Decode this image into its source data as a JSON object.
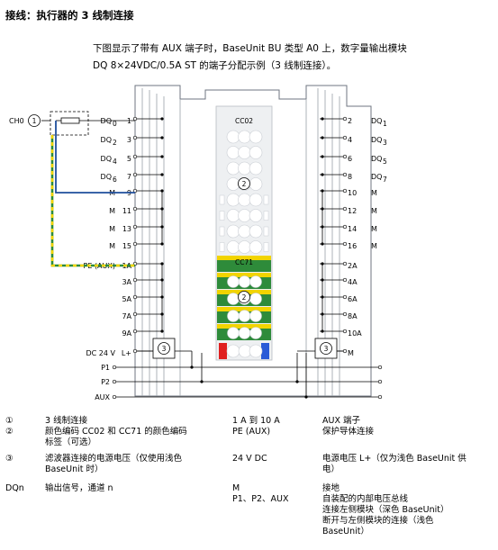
{
  "heading": "接线：执行器的 3 线制连接",
  "intro": [
    "下图显示了带有 AUX 端子时，BaseUnit BU 类型 A0 上，数字量输出模块",
    "DQ 8×24VDC/0.5A ST 的端子分配示例（3 线制连接）。"
  ],
  "diagram": {
    "ch0": "CH0",
    "callout1": "1",
    "callout2": "2",
    "callout3": "3",
    "cc02": "CC02",
    "cc71": "CC71",
    "left_labels": [
      "DQ0",
      "DQ2",
      "DQ4",
      "DQ6",
      "M",
      "M",
      "M",
      "M",
      "PE (AUX)",
      "",
      "",
      "",
      "",
      "DC 24 V"
    ],
    "left_label_main": [
      "DQ",
      "DQ",
      "DQ",
      "DQ",
      "M",
      "M",
      "M",
      "M",
      "PE (AUX)",
      "",
      "",
      "",
      "",
      "DC 24 V"
    ],
    "left_label_sub": [
      "0",
      "2",
      "4",
      "6",
      "",
      "",
      "",
      "",
      "",
      "",
      "",
      "",
      "",
      ""
    ],
    "left_terminals": [
      "1",
      "3",
      "5",
      "7",
      "9",
      "11",
      "13",
      "15",
      "1A",
      "3A",
      "5A",
      "7A",
      "9A",
      "L+"
    ],
    "right_terminals": [
      "2",
      "4",
      "6",
      "8",
      "10",
      "12",
      "14",
      "16",
      "2A",
      "4A",
      "6A",
      "8A",
      "10A",
      "M"
    ],
    "right_label_main": [
      "DQ",
      "DQ",
      "DQ",
      "DQ",
      "M",
      "M",
      "M",
      "M",
      "",
      "",
      "",
      "",
      "",
      ""
    ],
    "right_label_sub": [
      "1",
      "3",
      "5",
      "7",
      "",
      "",
      "",
      "",
      "",
      "",
      "",
      "",
      "",
      ""
    ],
    "bus": [
      "P1",
      "P2",
      "AUX"
    ]
  },
  "legend": [
    {
      "sym": "①",
      "text": "3 线制连接",
      "key": "1 A 到 10 A",
      "desc": "AUX 端子"
    },
    {
      "sym": "②",
      "text": "颜色编码 CC02 和 CC71 的颜色编码\n标签（可选）",
      "key": "PE (AUX)",
      "desc": "保护导体连接"
    },
    {
      "sym": "③",
      "text": "滤波器连接的电源电压（仅使用浅色\nBaseUnit 时）",
      "key": "24 V DC",
      "desc": "电源电压 L+（仅为浅色 BaseUnit 供\n电）"
    },
    {
      "sym": "DQn",
      "text": "输出信号，通道 n",
      "key": "M\nP1、P2、AUX",
      "desc": "接地\n自装配的内部电压总线\n连接左侧模块（深色 BaseUnit）\n断开与左侧模块的连接（浅色\nBaseUnit）"
    }
  ],
  "colors": {
    "blue_wire": "#1f4e9c",
    "pe_green": "#2e8b3a",
    "pe_yellow": "#f2d400",
    "module_grey": "#eef0f2",
    "red_marker": "#e02020",
    "blue_marker": "#2a5bd7"
  }
}
